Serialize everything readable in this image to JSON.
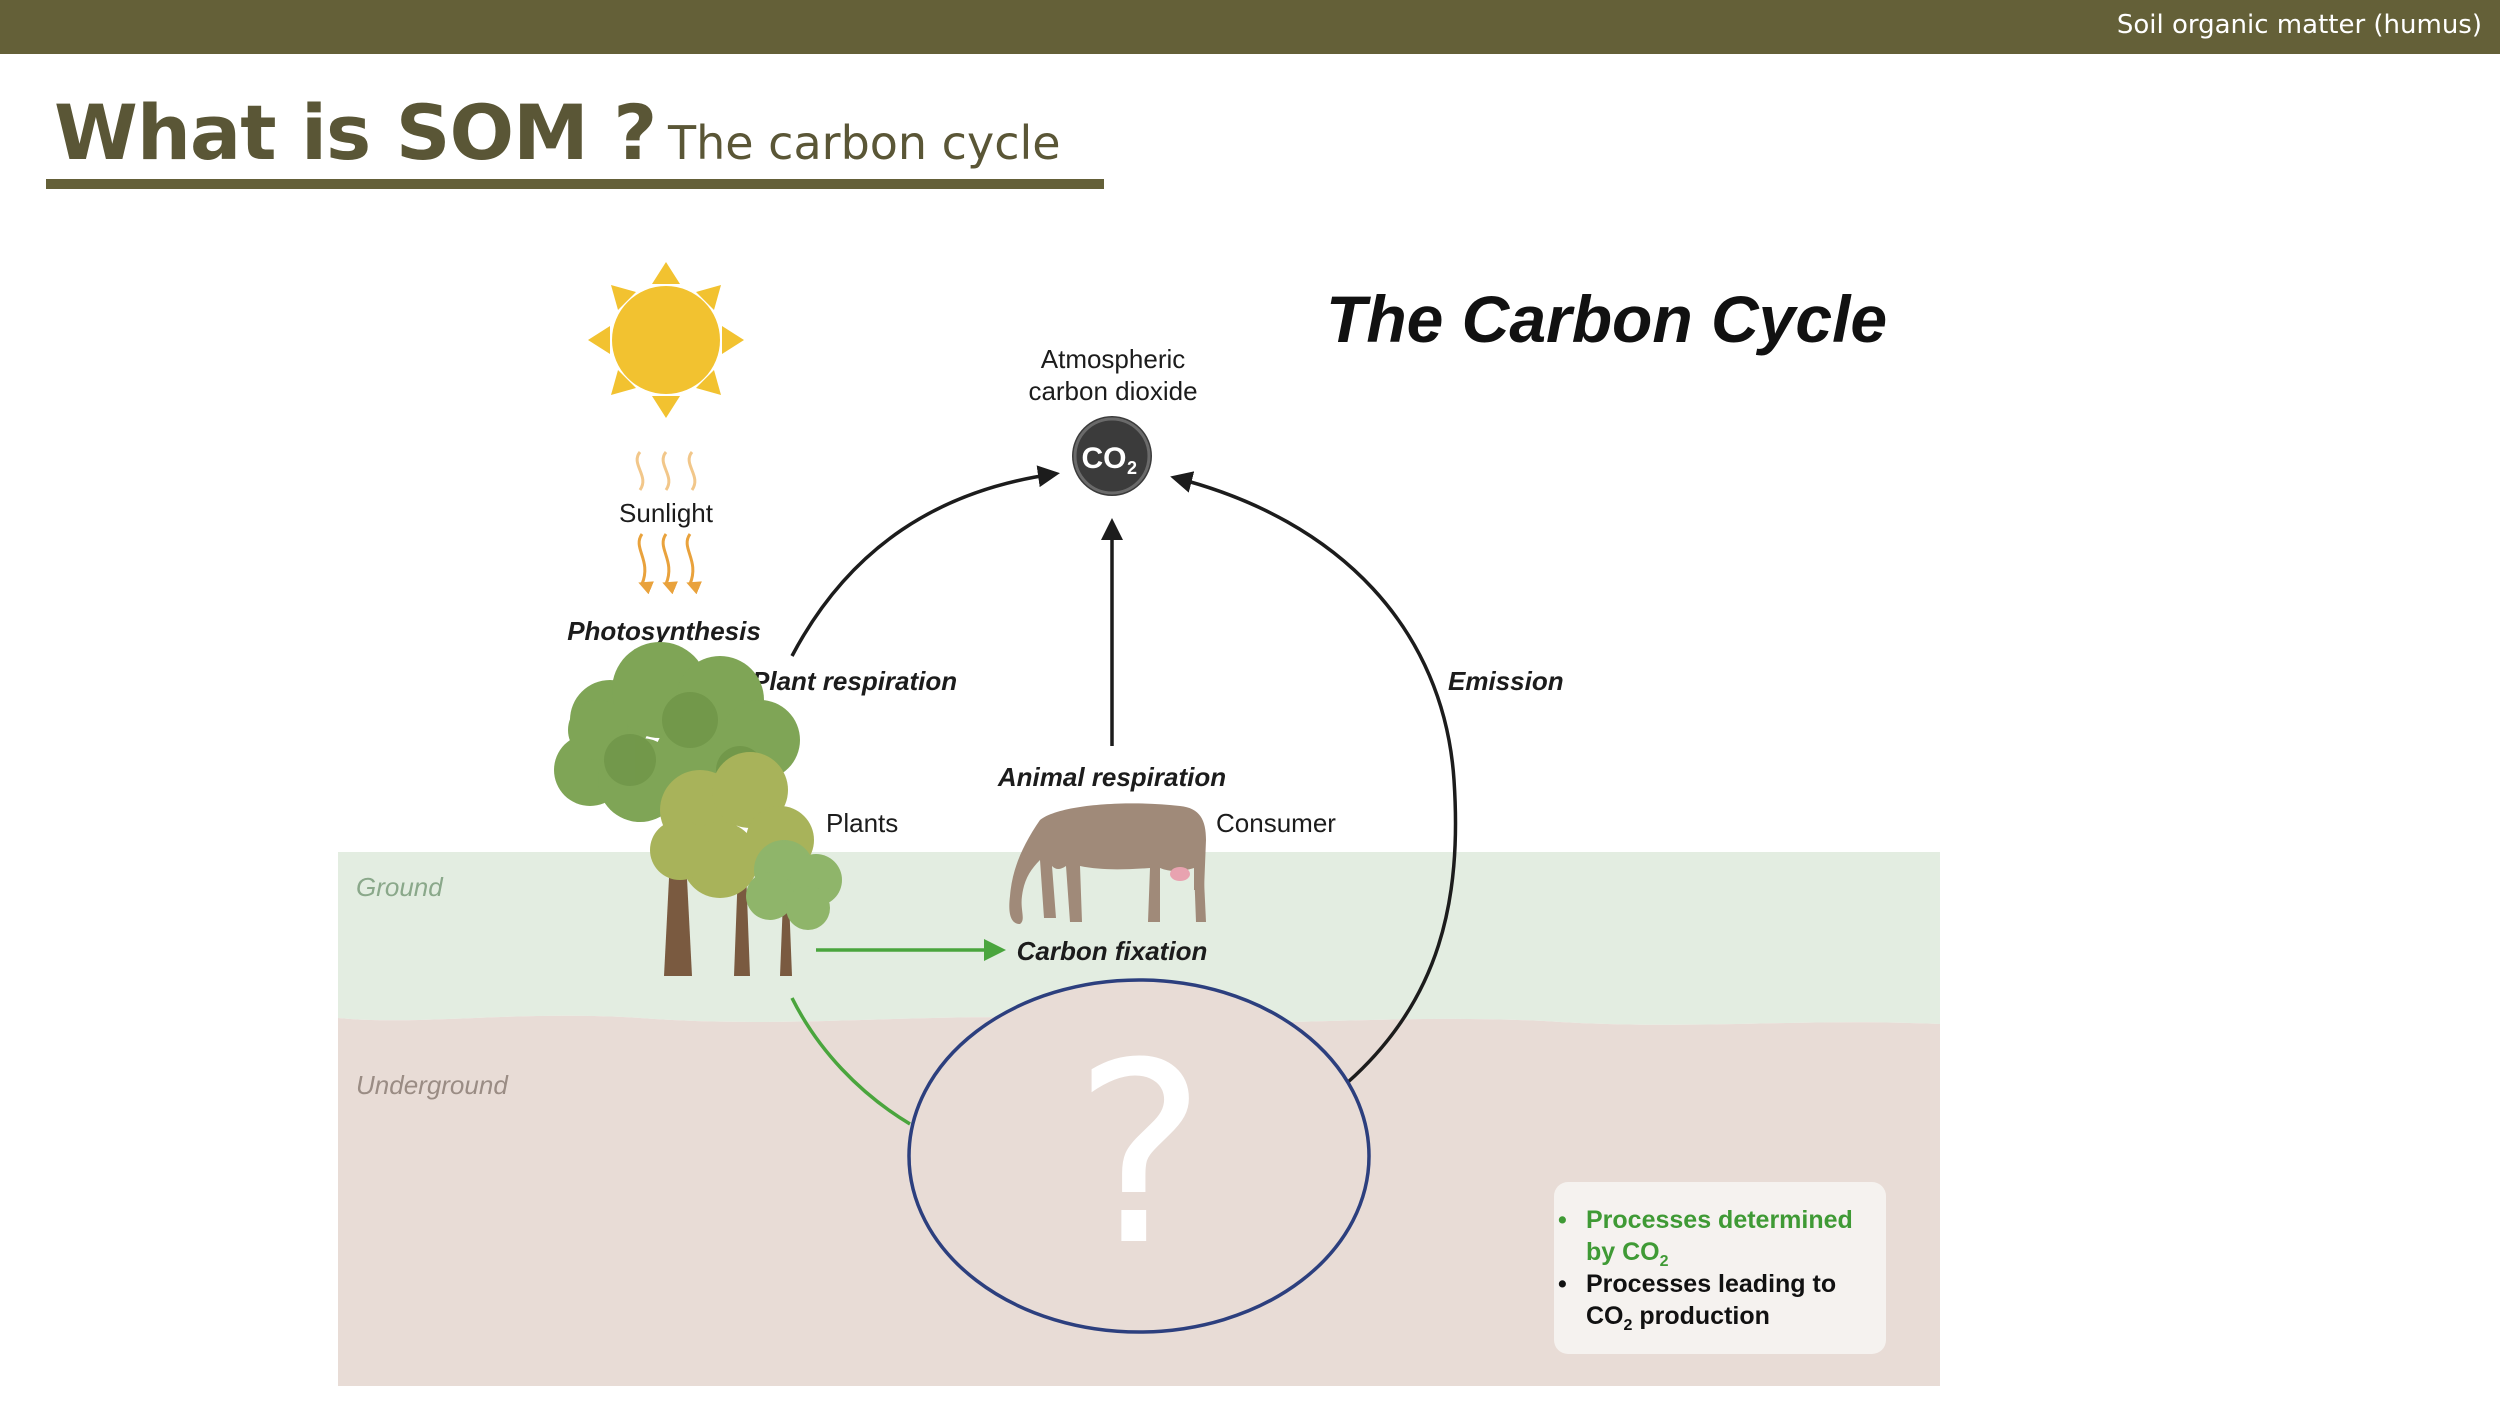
{
  "header": {
    "section_title": "Soil organic matter (humus)"
  },
  "slide": {
    "title": "What is SOM ?",
    "subtitle": "The carbon cycle"
  },
  "diagram": {
    "heading": "The Carbon Cycle",
    "atmosphere_line1": "Atmospheric",
    "atmosphere_line2": "carbon dioxide",
    "co2_badge": "CO",
    "co2_sub": "2",
    "sunlight": "Sunlight",
    "photosynthesis": "Photosynthesis",
    "plant_respiration": "Plant respiration",
    "emission": "Emission",
    "animal_respiration": "Animal respiration",
    "plants": "Plants",
    "consumer": "Consumer",
    "ground": "Ground",
    "underground": "Underground",
    "carbon_fixation": "Carbon fixation",
    "question_mark": "?",
    "colors": {
      "ground_band": "#e3ede1",
      "underground_band": "#e8dcd6",
      "sun": "#f2c230",
      "green_arrow": "#4aa53d",
      "ellipse_outline": "#2c3f7e"
    }
  },
  "legend": {
    "item1": "Processes determined by CO",
    "item1_sub": "2",
    "item2_a": "Processes leading to CO",
    "item2_sub": "2",
    "item2_b": " production"
  }
}
